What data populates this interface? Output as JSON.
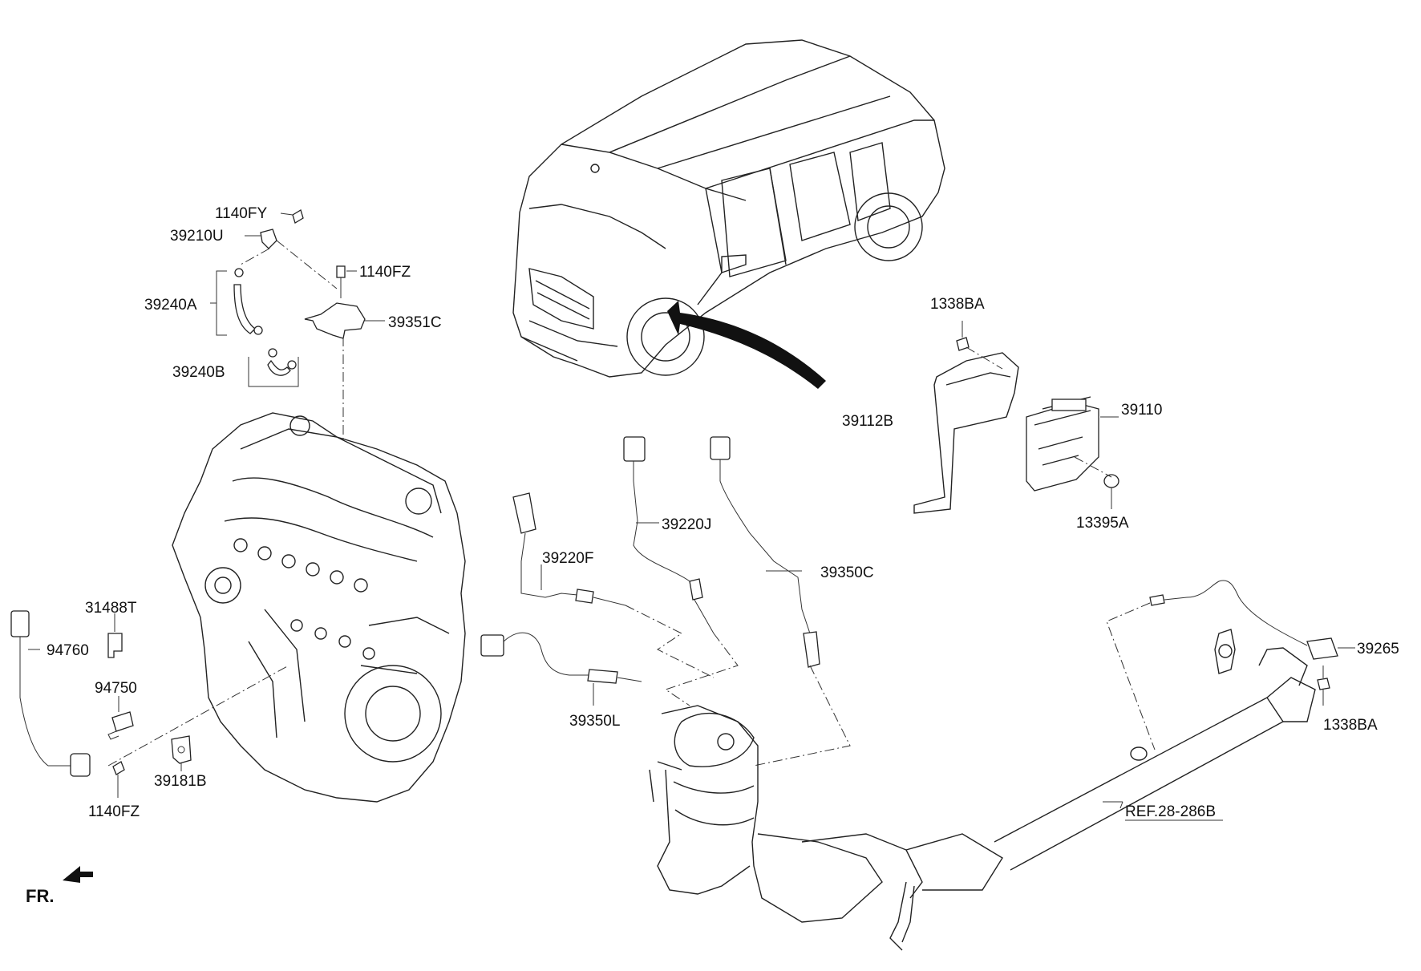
{
  "labels": {
    "p1140FY": "1140FY",
    "p39210U": "39210U",
    "p1140FZ_top": "1140FZ",
    "p39240A": "39240A",
    "p39351C": "39351C",
    "p39240B": "39240B",
    "p1338BA_top": "1338BA",
    "p39112B": "39112B",
    "p39110": "39110",
    "p13395A": "13395A",
    "p39220J": "39220J",
    "p39220F": "39220F",
    "p39350C": "39350C",
    "p31488T": "31488T",
    "p94760": "94760",
    "p94750": "94750",
    "p39181B": "39181B",
    "p1140FZ_bottom": "1140FZ",
    "p39350L": "39350L",
    "p39265": "39265",
    "p1338BA_bottom": "1338BA",
    "ref": "REF.28-286B",
    "front": "FR."
  },
  "icons": {
    "front_arrow": "front-direction-arrow-icon",
    "pointer_arrow": "location-pointer-arrow-icon"
  }
}
